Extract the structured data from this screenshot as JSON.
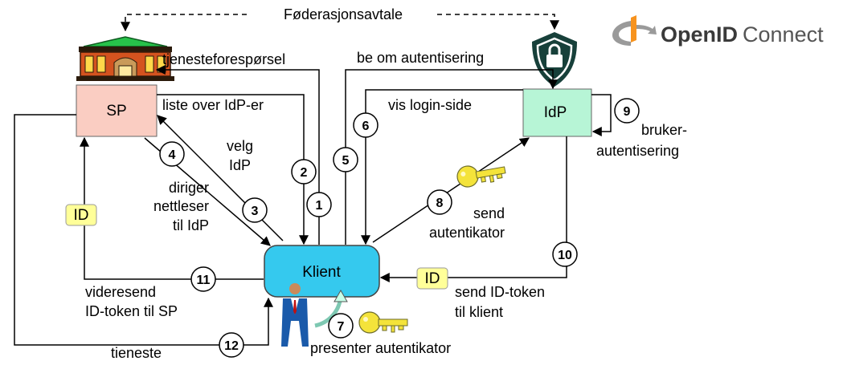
{
  "logo": {
    "brand_bold": "OpenID",
    "brand_light": "Connect"
  },
  "federation_label": "Føderasjonsavtale",
  "nodes": {
    "sp": "SP",
    "idp": "IdP",
    "client": "Klient",
    "id_tag": "ID"
  },
  "steps": [
    "1",
    "2",
    "3",
    "4",
    "5",
    "6",
    "7",
    "8",
    "9",
    "10",
    "11",
    "12"
  ],
  "labels": {
    "service_request": "tjenesteforespørsel",
    "list_idps": "liste over IdP-er",
    "choose_idp_1": "velg",
    "choose_idp_2": "IdP",
    "redirect_1": "diriger",
    "redirect_2": "nettleser",
    "redirect_3": "til IdP",
    "request_auth": "be om autentisering",
    "show_login": "vis login-side",
    "user_auth_1": "bruker-",
    "user_auth_2": "autentisering",
    "send_auth_1": "send",
    "send_auth_2": "autentikator",
    "present_auth": "presenter autentikator",
    "send_token_1": "send ID-token",
    "send_token_2": "til klient",
    "forward_token_1": "videresend",
    "forward_token_2": "ID-token til SP",
    "service": "tieneste"
  },
  "colors": {
    "sp_fill": "#FACDC2",
    "idp_fill": "#B7F5D6",
    "client_fill": "#35C9EE",
    "id_tag_fill": "#FFFF99",
    "shield": "#17403A",
    "key": "#F4E33A",
    "openid_orange": "#F7931E"
  }
}
